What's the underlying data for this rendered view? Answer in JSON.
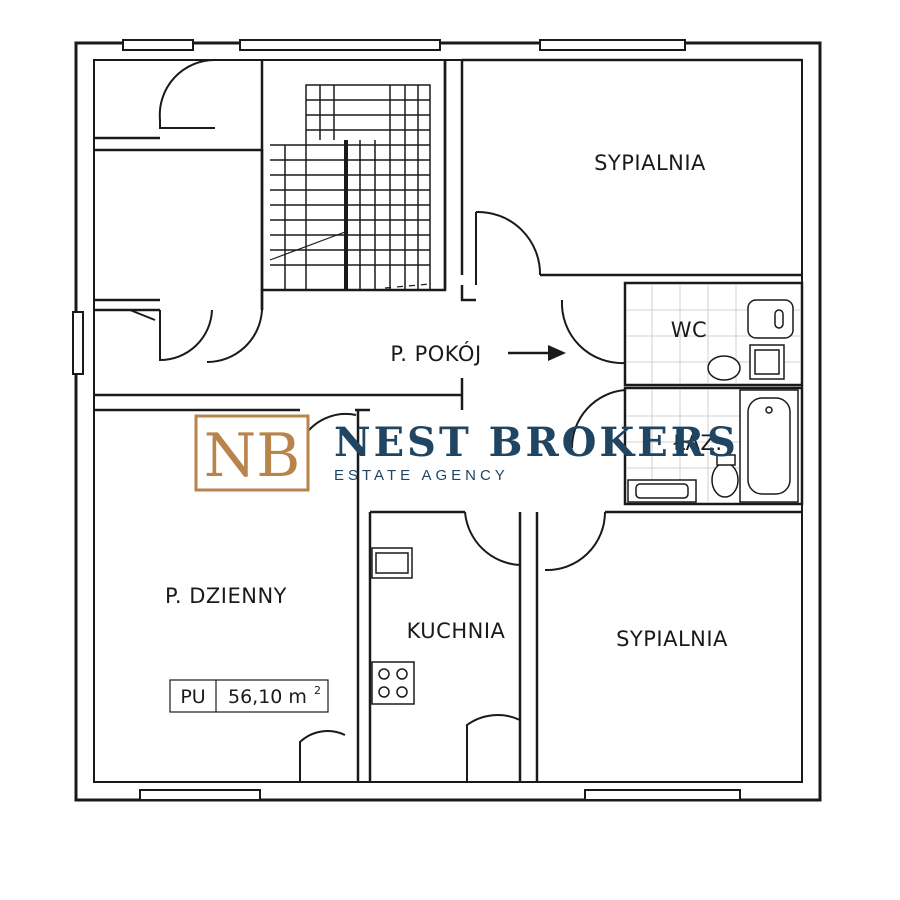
{
  "rooms": {
    "bedroom_top": "SYPIALNIA",
    "hallway": "P. POKÓJ",
    "wc": "WC",
    "bathroom": "ŁAZ.",
    "living_room": "P. DZIENNY",
    "kitchen": "KUCHNIA",
    "bedroom_bottom": "SYPIALNIA"
  },
  "area": {
    "prefix": "PU",
    "value": "56,10 m",
    "unit_superscript": "2"
  },
  "watermark": {
    "logo_letters": "NB",
    "name": "NEST BROKERS",
    "tagline": "ESTATE AGENCY",
    "logo_color": "#b8844c",
    "text_color": "#1f4562"
  },
  "colors": {
    "wall": "#1a1a1a",
    "background": "#ffffff"
  },
  "icons": [
    "arrow-right-icon",
    "toilet-icon",
    "bathtub-icon",
    "sink-icon",
    "stove-icon",
    "door-swing-icon"
  ]
}
